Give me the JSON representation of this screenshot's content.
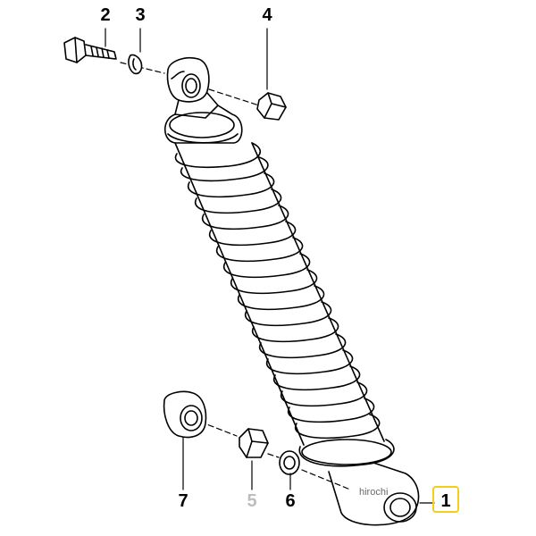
{
  "diagram": {
    "callouts": [
      {
        "id": "callout-2",
        "label": "2"
      },
      {
        "id": "callout-3",
        "label": "3"
      },
      {
        "id": "callout-4",
        "label": "4"
      },
      {
        "id": "callout-7",
        "label": "7"
      },
      {
        "id": "callout-5",
        "label": "5"
      },
      {
        "id": "callout-6",
        "label": "6"
      },
      {
        "id": "callout-1",
        "label": "1"
      }
    ],
    "watermark": "hirochi",
    "colors": {
      "line": "#000000",
      "highlight_border": "#f2cf1a",
      "faded_label": "#bdbdbd"
    }
  }
}
